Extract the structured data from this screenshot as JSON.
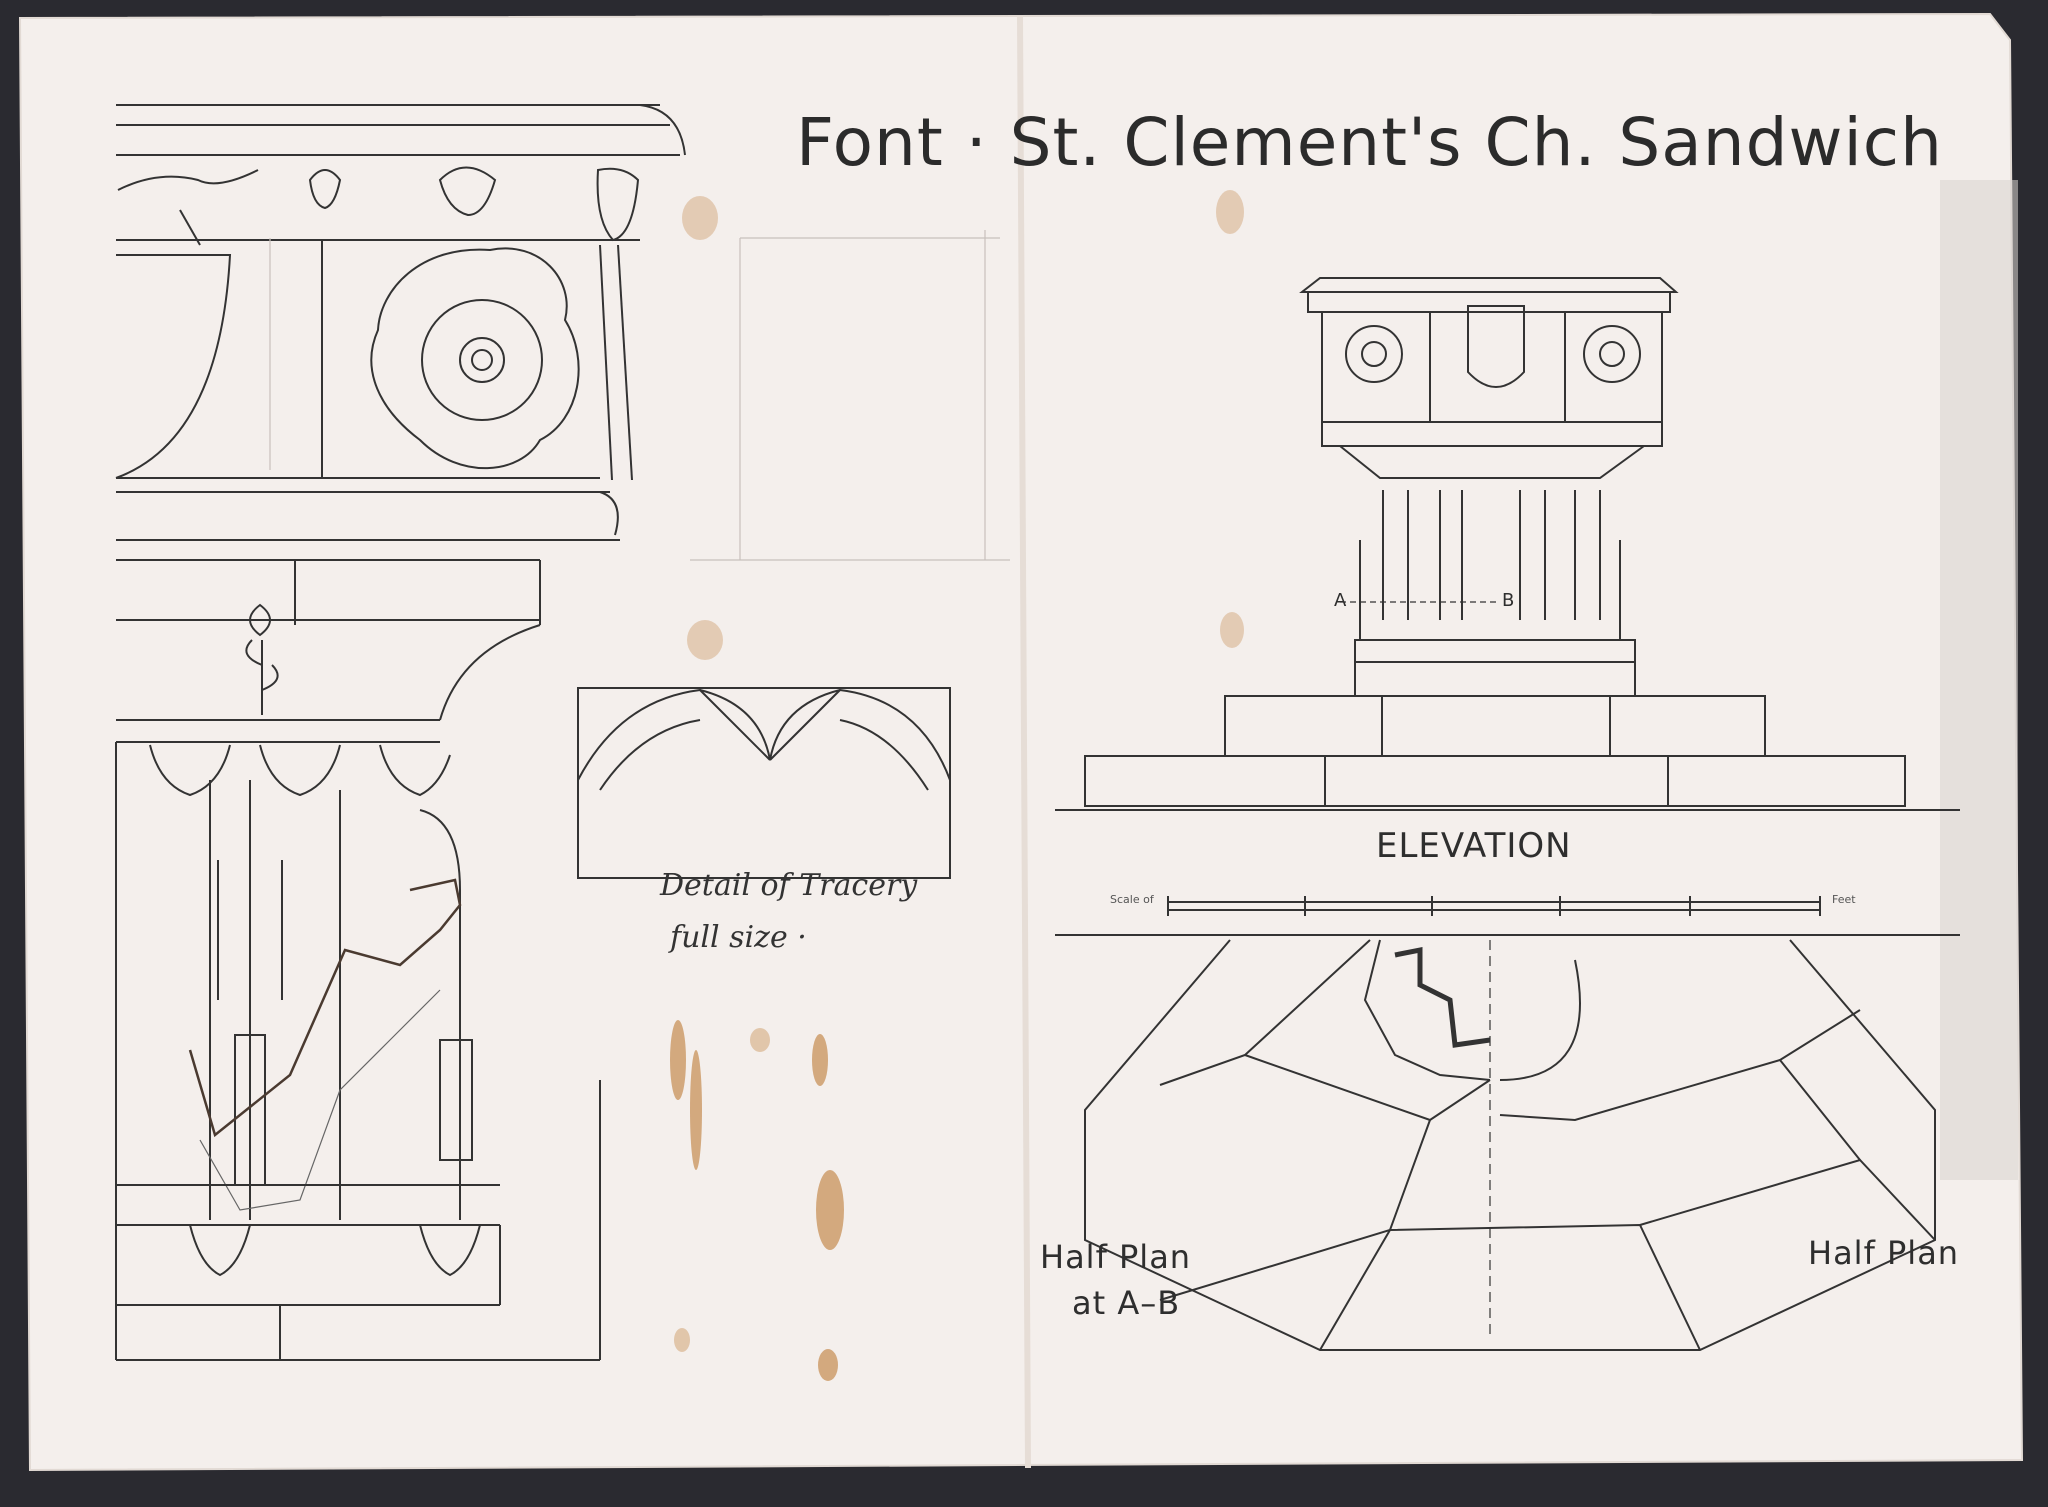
{
  "title": {
    "part1": "Font",
    "separator": "·",
    "part2": "St. Clement's Ch. Sandwich"
  },
  "tracery_detail": {
    "line1": "Detail of Tracery",
    "line2": "full size ·"
  },
  "elevation_label": "ELEVATION",
  "section_labels": {
    "a": "A",
    "b": "B"
  },
  "half_plan_left": {
    "line1": "Half Plan",
    "line2": "at A–B"
  },
  "half_plan_right": "Half Plan",
  "scale": {
    "left": "Scale of",
    "right": "Feet"
  },
  "colors": {
    "paper": "#f4efec",
    "ink": "#2b2b2b",
    "stain": "#c9925a",
    "background": "#2a2a30"
  }
}
